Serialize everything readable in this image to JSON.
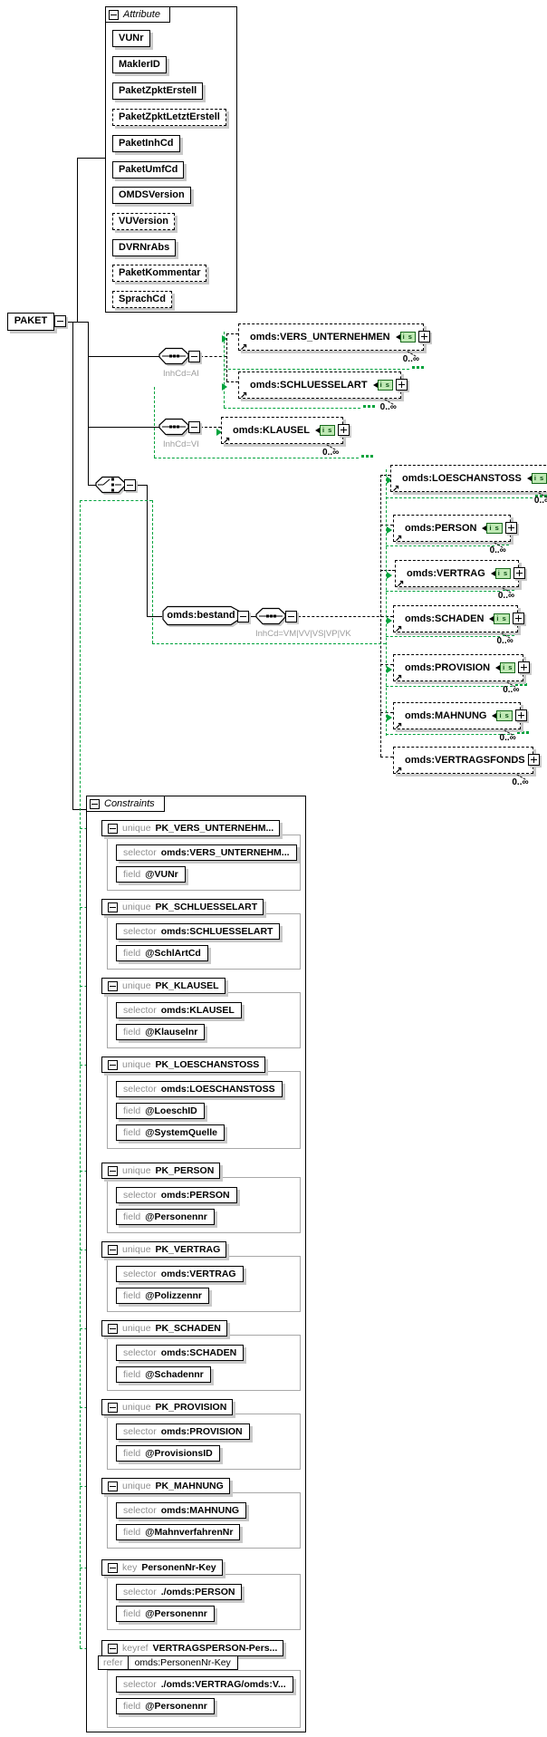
{
  "root": {
    "label": "PAKET"
  },
  "icons": {
    "reference_arrow": "↗"
  },
  "colors": {
    "connector_green": "#00a33c",
    "shadow_grey": "#c9c9c9",
    "hint_grey": "#9c9c9c"
  },
  "attribute_panel": {
    "title": "Attribute",
    "items": [
      {
        "label": "VUNr"
      },
      {
        "label": "MaklerID"
      },
      {
        "label": "PaketZpktErstell"
      },
      {
        "label": "PaketZpktLetztErstell"
      },
      {
        "label": "PaketInhCd"
      },
      {
        "label": "PaketUmfCd"
      },
      {
        "label": "OMDSVersion"
      },
      {
        "label": "VUVersion"
      },
      {
        "label": "DVRNrAbs"
      },
      {
        "label": "PaketKommentar"
      },
      {
        "label": "SprachCd"
      }
    ]
  },
  "branches": {
    "seq_ai": {
      "annotation": "InhCd=AI"
    },
    "seq_vi": {
      "annotation": "InhCd=VI"
    }
  },
  "bestand": {
    "label": "omds:bestand",
    "annotation": "InhCd=VM|VV|VS|VP|VK"
  },
  "elements": {
    "vers_unternehmen": {
      "label": "omds:VERS_UNTERNEHMEN",
      "occurs": "0..∞",
      "badge": "i s"
    },
    "schluesselart": {
      "label": "omds:SCHLUESSELART",
      "occurs": "0..∞",
      "badge": "i s"
    },
    "klausel": {
      "label": "omds:KLAUSEL",
      "occurs": "0..∞",
      "badge": "i s"
    },
    "loeschanstoss": {
      "label": "omds:LOESCHANSTOSS",
      "occurs": "0..∞",
      "badge": "i s"
    },
    "person": {
      "label": "omds:PERSON",
      "occurs": "0..∞",
      "badge": "i s"
    },
    "vertrag": {
      "label": "omds:VERTRAG",
      "occurs": "0..∞",
      "badge": "i s"
    },
    "schaden": {
      "label": "omds:SCHADEN",
      "occurs": "0..∞",
      "badge": "i s"
    },
    "provision": {
      "label": "omds:PROVISION",
      "occurs": "0..∞",
      "badge": "i s"
    },
    "mahnung": {
      "label": "omds:MAHNUNG",
      "occurs": "0..∞",
      "badge": "i s"
    },
    "vertragsfonds": {
      "label": "omds:VERTRAGSFONDS",
      "occurs": "0..∞"
    }
  },
  "constraints_panel": {
    "title": "Constraints",
    "labels": {
      "selector": "selector",
      "field": "field",
      "refer": "refer"
    },
    "items": [
      {
        "kind": "unique",
        "name": "PK_VERS_UNTERNEHM...",
        "selector": "omds:VERS_UNTERNEHM...",
        "fields": [
          "@VUNr"
        ]
      },
      {
        "kind": "unique",
        "name": "PK_SCHLUESSELART",
        "selector": "omds:SCHLUESSELART",
        "fields": [
          "@SchlArtCd"
        ]
      },
      {
        "kind": "unique",
        "name": "PK_KLAUSEL",
        "selector": "omds:KLAUSEL",
        "fields": [
          "@Klauselnr"
        ]
      },
      {
        "kind": "unique",
        "name": "PK_LOESCHANSTOSS",
        "selector": "omds:LOESCHANSTOSS",
        "fields": [
          "@LoeschID",
          "@SystemQuelle"
        ]
      },
      {
        "kind": "unique",
        "name": "PK_PERSON",
        "selector": "omds:PERSON",
        "fields": [
          "@Personennr"
        ]
      },
      {
        "kind": "unique",
        "name": "PK_VERTRAG",
        "selector": "omds:VERTRAG",
        "fields": [
          "@Polizzennr"
        ]
      },
      {
        "kind": "unique",
        "name": "PK_SCHADEN",
        "selector": "omds:SCHADEN",
        "fields": [
          "@Schadennr"
        ]
      },
      {
        "kind": "unique",
        "name": "PK_PROVISION",
        "selector": "omds:PROVISION",
        "fields": [
          "@ProvisionsID"
        ]
      },
      {
        "kind": "unique",
        "name": "PK_MAHNUNG",
        "selector": "omds:MAHNUNG",
        "fields": [
          "@MahnverfahrenNr"
        ]
      },
      {
        "kind": "key",
        "name": "PersonenNr-Key",
        "selector": "./omds:PERSON",
        "fields": [
          "@Personennr"
        ]
      },
      {
        "kind": "keyref",
        "name": "VERTRAGSPERSON-Pers...",
        "refer": "omds:PersonenNr-Key",
        "selector": "./omds:VERTRAG/omds:V...",
        "fields": [
          "@Personennr"
        ]
      }
    ]
  }
}
